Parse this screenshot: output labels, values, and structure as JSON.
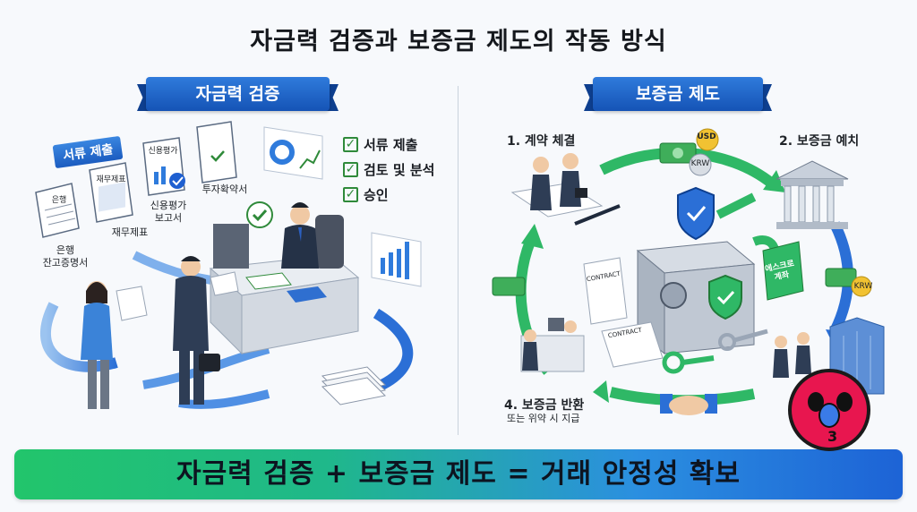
{
  "title": "자금력 검증과 보증금 제도의 작동 방식",
  "left": {
    "ribbon": "자금력 검증",
    "tag": "서류 제출",
    "docs": {
      "bank": "은행",
      "finance": "재무제표",
      "credit": "신용평가",
      "bank_label": "은행\n잔고증명서",
      "finance_label": "재무제표",
      "credit_label": "신용평가\n보고서",
      "invest_label": "투자확약서"
    },
    "checklist": [
      "서류 제출",
      "검토 및 분석",
      "승인"
    ]
  },
  "right": {
    "ribbon": "보증금 제도",
    "step1": "1. 계약 체결",
    "step2": "2. 보증금 예치",
    "step4": "4. 보증금 반환",
    "step4_sub": "또는 위약 시 지급",
    "currency_usd": "USD",
    "currency_krw": "KRW",
    "escrow": "에스크로\n계좌",
    "contract1": "CONTRACT",
    "contract2": "CONTRACT"
  },
  "banner": "자금력 검증 + 보증금 제도 = 거래 안정성 확보"
}
